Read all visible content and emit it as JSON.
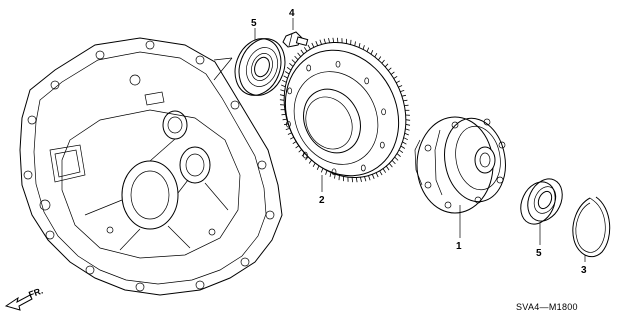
{
  "diagram": {
    "callouts": [
      {
        "id": "case",
        "number": ""
      },
      {
        "id": "ring-gear",
        "number": "2"
      },
      {
        "id": "bolt",
        "number": "4"
      },
      {
        "id": "bearing-top",
        "number": "5"
      },
      {
        "id": "differential",
        "number": "1"
      },
      {
        "id": "bearing-right",
        "number": "5"
      },
      {
        "id": "snap-ring",
        "number": "3"
      }
    ],
    "labels": [
      {
        "ref": "ring-gear",
        "text": "2"
      },
      {
        "ref": "bolt",
        "text": "4"
      },
      {
        "ref": "bearing-top",
        "text": "5"
      },
      {
        "ref": "differential",
        "text": "1"
      },
      {
        "ref": "bearing-right",
        "text": "5"
      },
      {
        "ref": "snap-ring",
        "text": "3"
      }
    ],
    "direction_label": "FR.",
    "part_code": "SVA4—M1800"
  }
}
